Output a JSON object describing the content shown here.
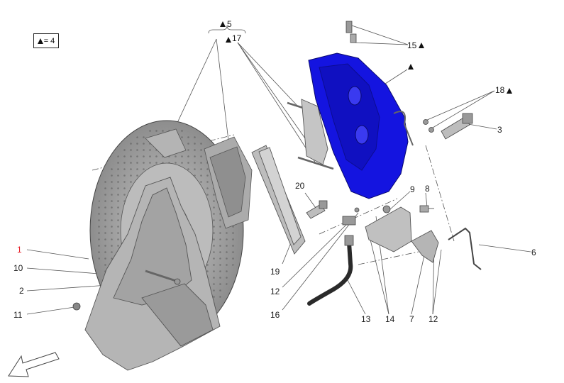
{
  "legend": {
    "symbol": "triangle",
    "text": "= 4"
  },
  "callouts": {
    "c1": "1",
    "c2": "2",
    "c3": "3",
    "c5": "5",
    "c6": "6",
    "c7": "7",
    "c8": "8",
    "c9": "9",
    "c10": "10",
    "c11": "11",
    "c12a": "12",
    "c12b": "12",
    "c13": "13",
    "c14": "14",
    "c15": "15",
    "c16": "16",
    "c17": "17",
    "c18": "18",
    "c19": "19",
    "c20": "20"
  },
  "colors": {
    "caliper": "#1414e0",
    "parts": "#a9a9a9",
    "highlight_label": "#e8202a"
  },
  "icons": {
    "view_direction": "arrow-icon",
    "torque_marker": "triangle-icon"
  }
}
